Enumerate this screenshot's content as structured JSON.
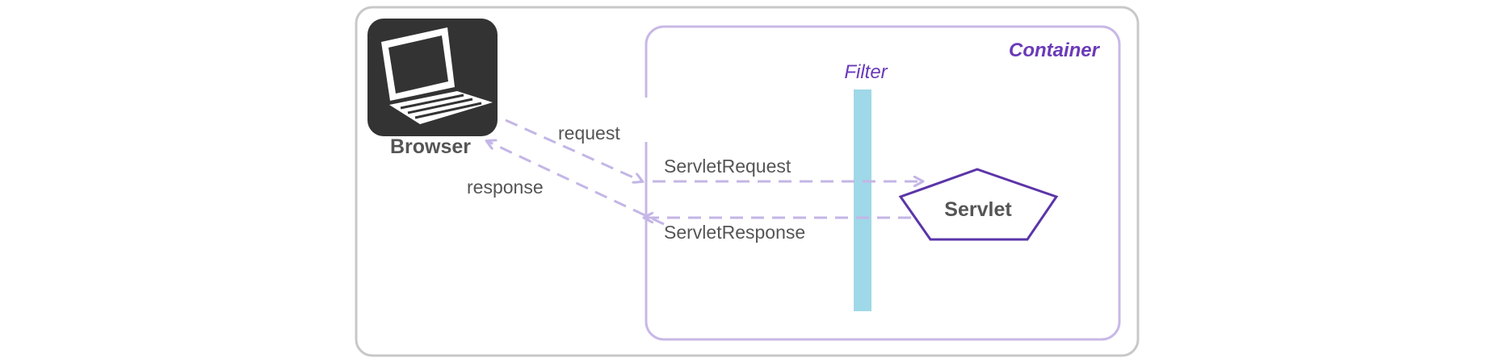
{
  "diagram": {
    "browser_label": "Browser",
    "container_label": "Container",
    "filter_label": "Filter",
    "servlet_label": "Servlet",
    "request_label": "request",
    "response_label": "response",
    "servlet_request_label": "ServletRequest",
    "servlet_response_label": "ServletResponse",
    "icons": {
      "browser": "laptop-icon"
    },
    "colors": {
      "outer_border": "#c8c8c8",
      "container_border": "#c8b8e6",
      "accent_purple": "#6a3ab8",
      "servlet_stroke": "#5b35a8",
      "arrow": "#c4b6e6",
      "filter_bar": "#9fd8e8",
      "laptop_bg": "#333333",
      "text_gray": "#555555"
    }
  }
}
